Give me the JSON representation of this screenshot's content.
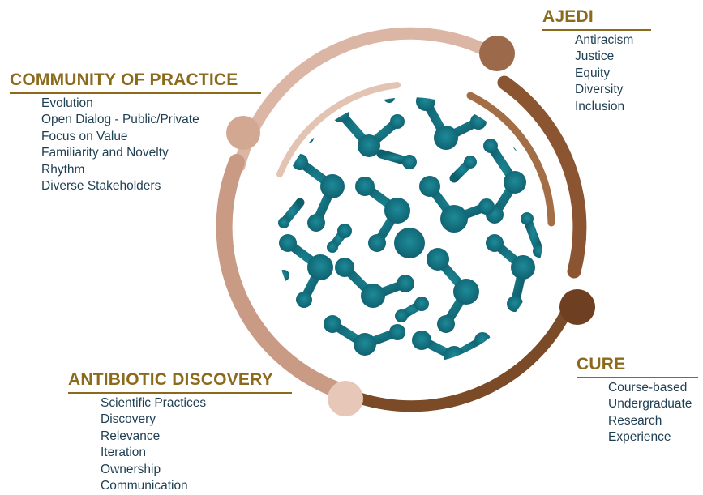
{
  "community_of_practice": {
    "title": "COMMUNITY OF PRACTICE",
    "items": [
      "Evolution",
      "Open Dialog - Public/Private",
      "Focus on Value",
      "Familiarity and Novelty",
      "Rhythm",
      "Diverse Stakeholders"
    ]
  },
  "ajedi": {
    "title": "AJEDI",
    "items": [
      "Antiracism",
      "Justice",
      "Equity",
      "Diversity",
      "Inclusion"
    ]
  },
  "cure": {
    "title": "CURE",
    "items": [
      "Course-based",
      "Undergraduate",
      "Research",
      "Experience"
    ]
  },
  "antibiotic_discovery": {
    "title": "ANTIBIOTIC DISCOVERY",
    "items": [
      "Scientific Practices",
      "Discovery",
      "Relevance",
      "Iteration",
      "Ownership",
      "Communication"
    ]
  },
  "colors": {
    "title": "#8b6a1c",
    "text": "#1e3e52",
    "teal": "#167584",
    "ring_light": "#dcb6a4",
    "ring_mid": "#c99a84",
    "ring_dark": "#8a5530"
  }
}
